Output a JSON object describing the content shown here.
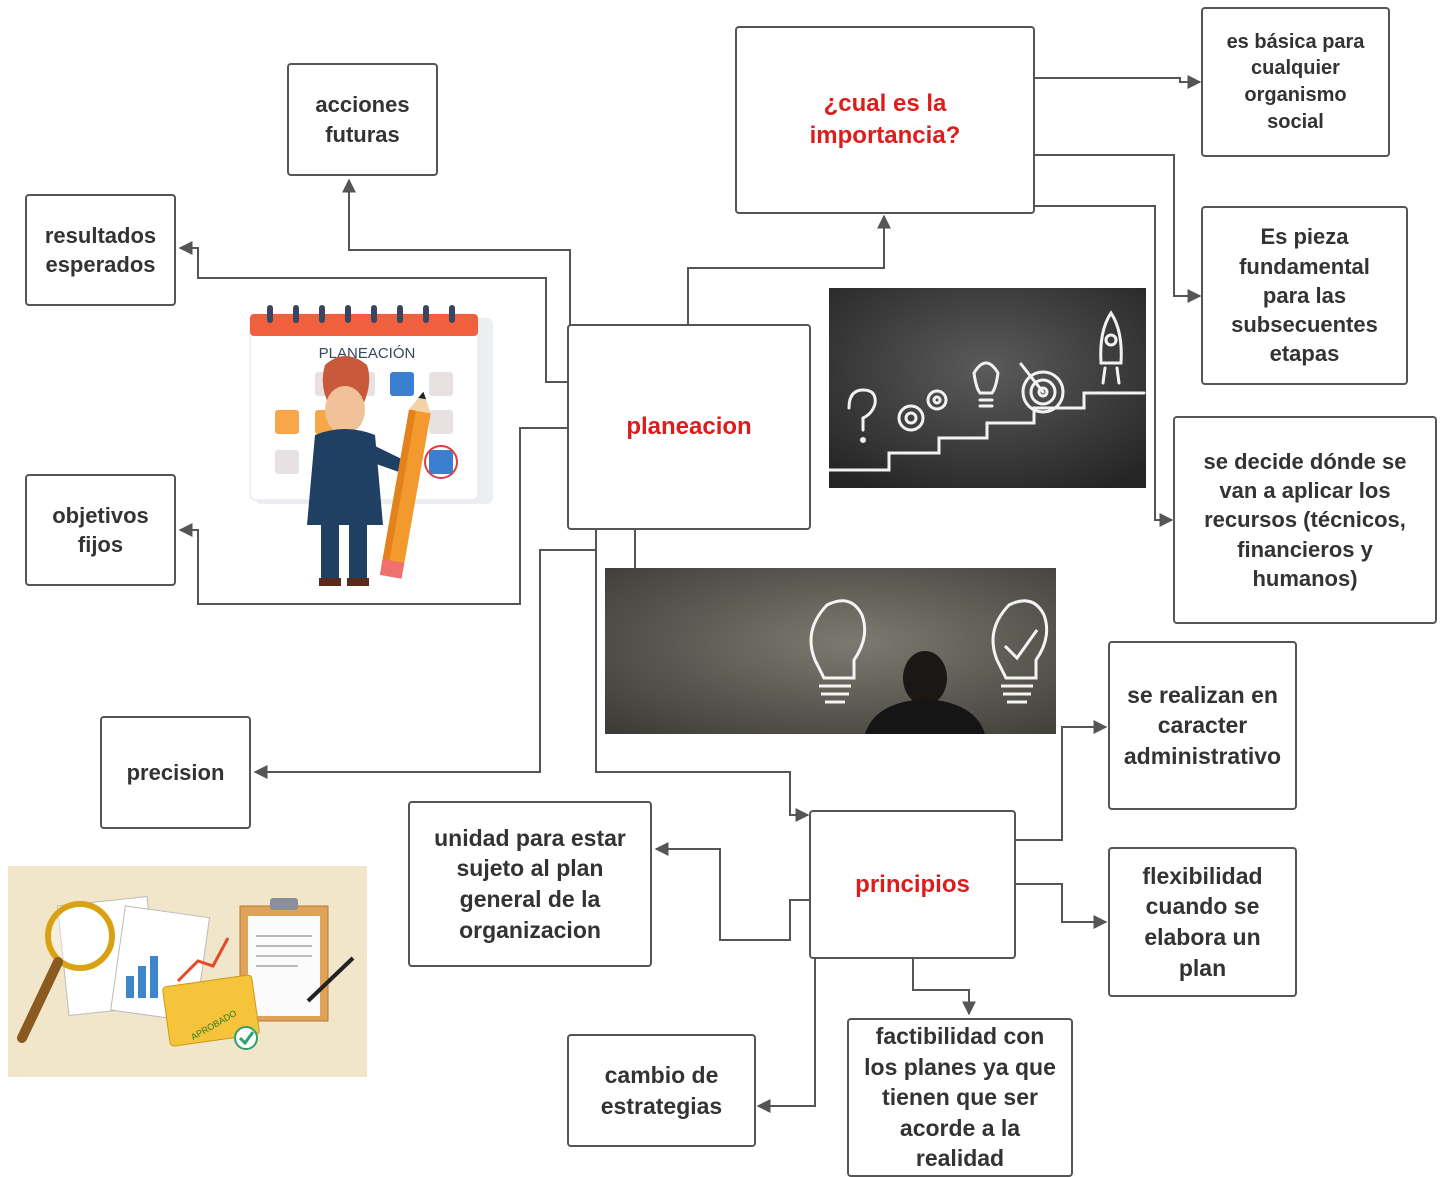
{
  "colors": {
    "accent": "#dd1c1c",
    "text": "#333333",
    "line": "#555555"
  },
  "nodes": {
    "planeacion": "planeacion",
    "importancia": "¿cual es la\nimportancia?",
    "acciones": "acciones\nfuturas",
    "resultados": "resultados\nesperados",
    "objetivos": "objetivos\nfijos",
    "precision": "precision",
    "basica": "es básica para\ncualquier\norganismo\nsocial",
    "pieza": "Es pieza\nfundamental\npara las\nsubsecuentes\netapas",
    "recursos": "se decide dónde se\nvan a aplicar los\nrecursos (técnicos,\nfinancieros y\nhumanos)",
    "principios": "principios",
    "administrativo": "se realizan en\ncaracter\nadministrativo",
    "unidad": "unidad para estar\nsujeto al plan\ngeneral de la\norganizacion",
    "flexibilidad": "flexibilidad\ncuando se\nelabora un\nplan",
    "factibilidad": "factibilidad  con\nlos planes ya que\ntienen que ser\nacorde a la\nrealidad",
    "cambio": "cambio de\nestrategias"
  },
  "images": {
    "calendar_title": "PLANEACIÓN",
    "stamp_text": "APROBADO"
  }
}
